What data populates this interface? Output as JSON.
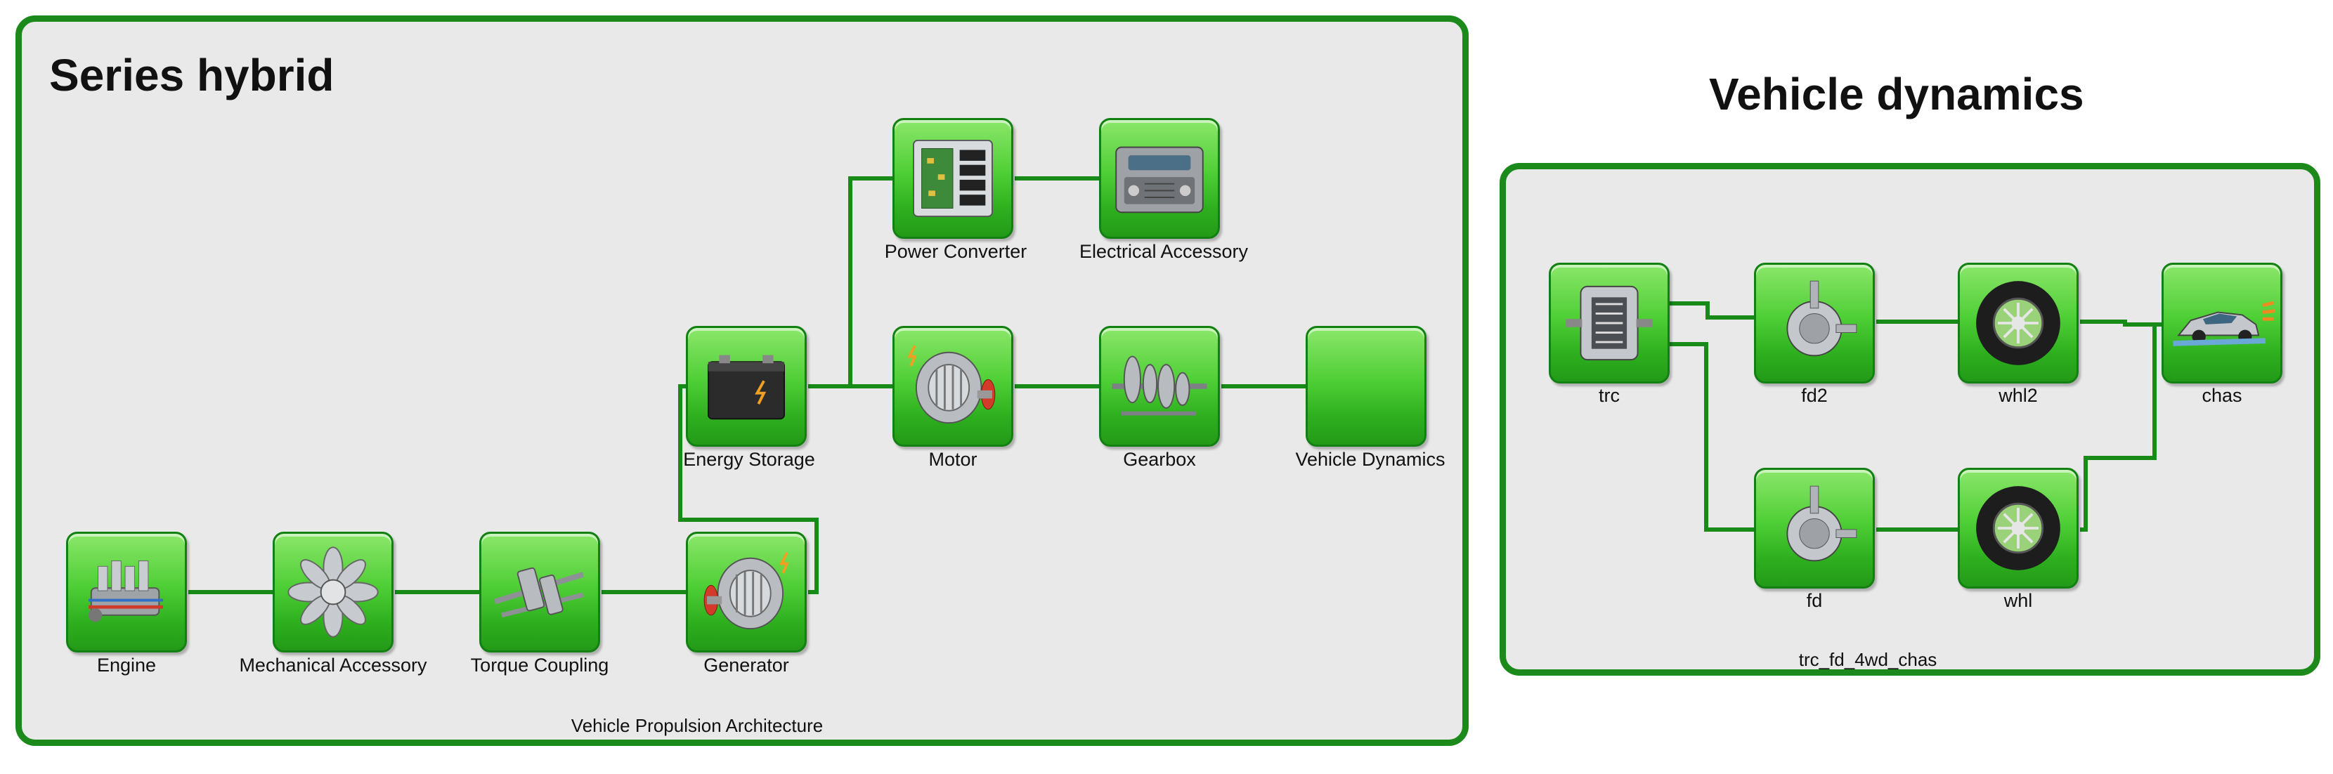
{
  "series_hybrid": {
    "title": "Series hybrid",
    "caption": "Vehicle Propulsion Architecture",
    "blocks": {
      "engine": "Engine",
      "mech_acc": "Mechanical Accessory",
      "torque": "Torque Coupling",
      "generator": "Generator",
      "energy": "Energy Storage",
      "motor": "Motor",
      "gearbox": "Gearbox",
      "vehdyn": "Vehicle Dynamics",
      "powerconv": "Power Converter",
      "elec_acc": "Electrical Accessory"
    }
  },
  "vehicle_dynamics": {
    "title": "Vehicle dynamics",
    "caption": "trc_fd_4wd_chas",
    "blocks": {
      "trc": "trc",
      "fd2": "fd2",
      "whl2": "whl2",
      "chas": "chas",
      "fd": "fd",
      "whl": "whl"
    }
  },
  "colors": {
    "frame": "#1b8a1b",
    "wire": "#178a17",
    "block_top": "#8be66a",
    "block_bottom": "#239a18",
    "panel_bg": "#e9e9e9"
  },
  "icons": {
    "engine": "engine-icon",
    "mech_acc": "fan-icon",
    "torque": "gear-shaft-icon",
    "generator": "alternator-icon",
    "energy": "battery-icon",
    "motor": "motor-icon",
    "gearbox": "gearbox-icon",
    "vehdyn": "blank",
    "powerconv": "circuit-board-icon",
    "elec_acc": "radio-icon",
    "trc": "transmission-icon",
    "fd": "differential-icon",
    "whl": "wheel-icon",
    "chas": "car-icon"
  }
}
